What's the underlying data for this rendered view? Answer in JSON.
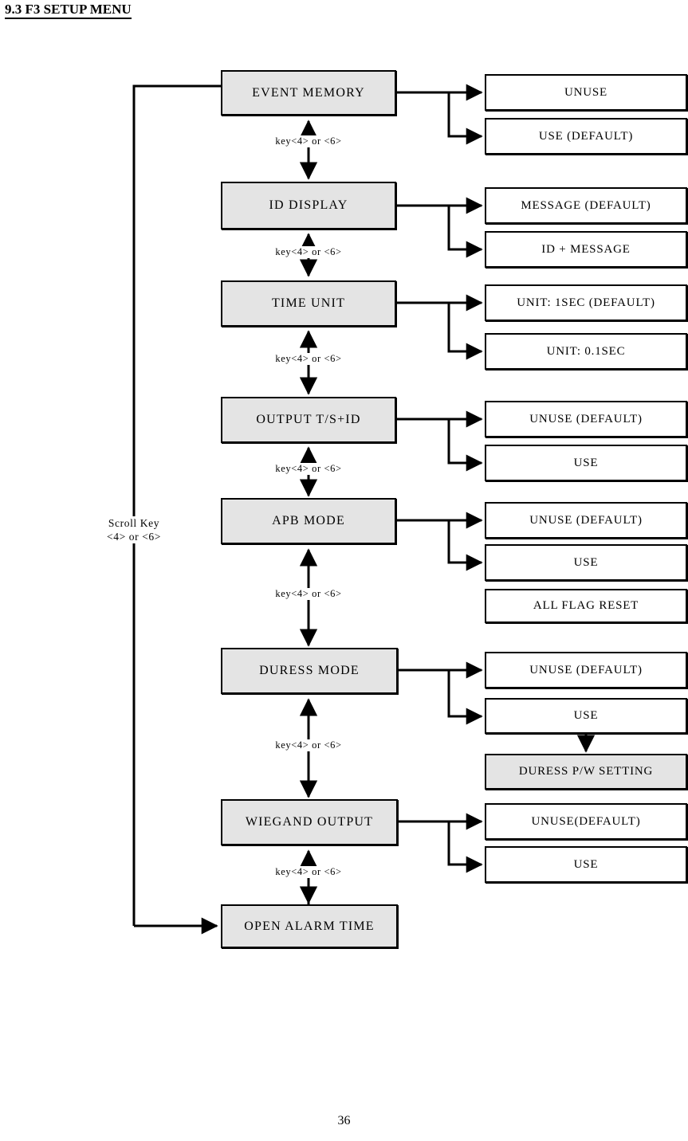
{
  "document": {
    "heading": "9.3 F3 SETUP MENU",
    "page_number": "36"
  },
  "diagram": {
    "type": "flowchart",
    "scroll_label": {
      "line1": "Scroll Key",
      "line2": "<4> or <6>"
    },
    "transition_label": "key<4> or <6>",
    "colors": {
      "menu_fill": "#e4e4e4",
      "option_fill": "#ffffff",
      "stroke": "#000000"
    },
    "menu_items": [
      {
        "id": "event-memory",
        "label": "EVENT MEMORY",
        "options": [
          {
            "label": "UNUSE",
            "style": "white",
            "arrow": true
          },
          {
            "label": "USE (DEFAULT)",
            "style": "white",
            "arrow": true
          }
        ]
      },
      {
        "id": "id-display",
        "label": "ID DISPLAY",
        "options": [
          {
            "label": "MESSAGE (DEFAULT)",
            "style": "white",
            "arrow": true
          },
          {
            "label": "ID + MESSAGE",
            "style": "white",
            "arrow": true
          }
        ]
      },
      {
        "id": "time-unit",
        "label": "TIME  UNIT",
        "options": [
          {
            "label": "UNIT: 1SEC (DEFAULT)",
            "style": "white",
            "arrow": true
          },
          {
            "label": "UNIT: 0.1SEC",
            "style": "white",
            "arrow": true
          }
        ]
      },
      {
        "id": "output-ts-id",
        "label": "OUTPUT  T/S+ID",
        "options": [
          {
            "label": "UNUSE (DEFAULT)",
            "style": "white",
            "arrow": true
          },
          {
            "label": "USE",
            "style": "white",
            "arrow": true
          }
        ]
      },
      {
        "id": "apb-mode",
        "label": "APB MODE",
        "options": [
          {
            "label": "UNUSE (DEFAULT)",
            "style": "white",
            "arrow": true
          },
          {
            "label": "USE",
            "style": "white",
            "arrow": true
          },
          {
            "label": "ALL  FLAG  RESET",
            "style": "white",
            "arrow": false
          }
        ]
      },
      {
        "id": "duress-mode",
        "label": "DURESS MODE",
        "options": [
          {
            "label": "UNUSE (DEFAULT)",
            "style": "white",
            "arrow": true
          },
          {
            "label": "USE",
            "style": "white",
            "arrow": true
          },
          {
            "label": "DURESS P/W SETTING",
            "style": "gray",
            "arrow": false
          }
        ]
      },
      {
        "id": "wiegand-output",
        "label": "WIEGAND OUTPUT",
        "options": [
          {
            "label": "UNUSE(DEFAULT)",
            "style": "white",
            "arrow": true
          },
          {
            "label": "USE",
            "style": "white",
            "arrow": true
          }
        ]
      },
      {
        "id": "open-alarm-time",
        "label": "OPEN ALARM TIME",
        "options": []
      }
    ]
  }
}
